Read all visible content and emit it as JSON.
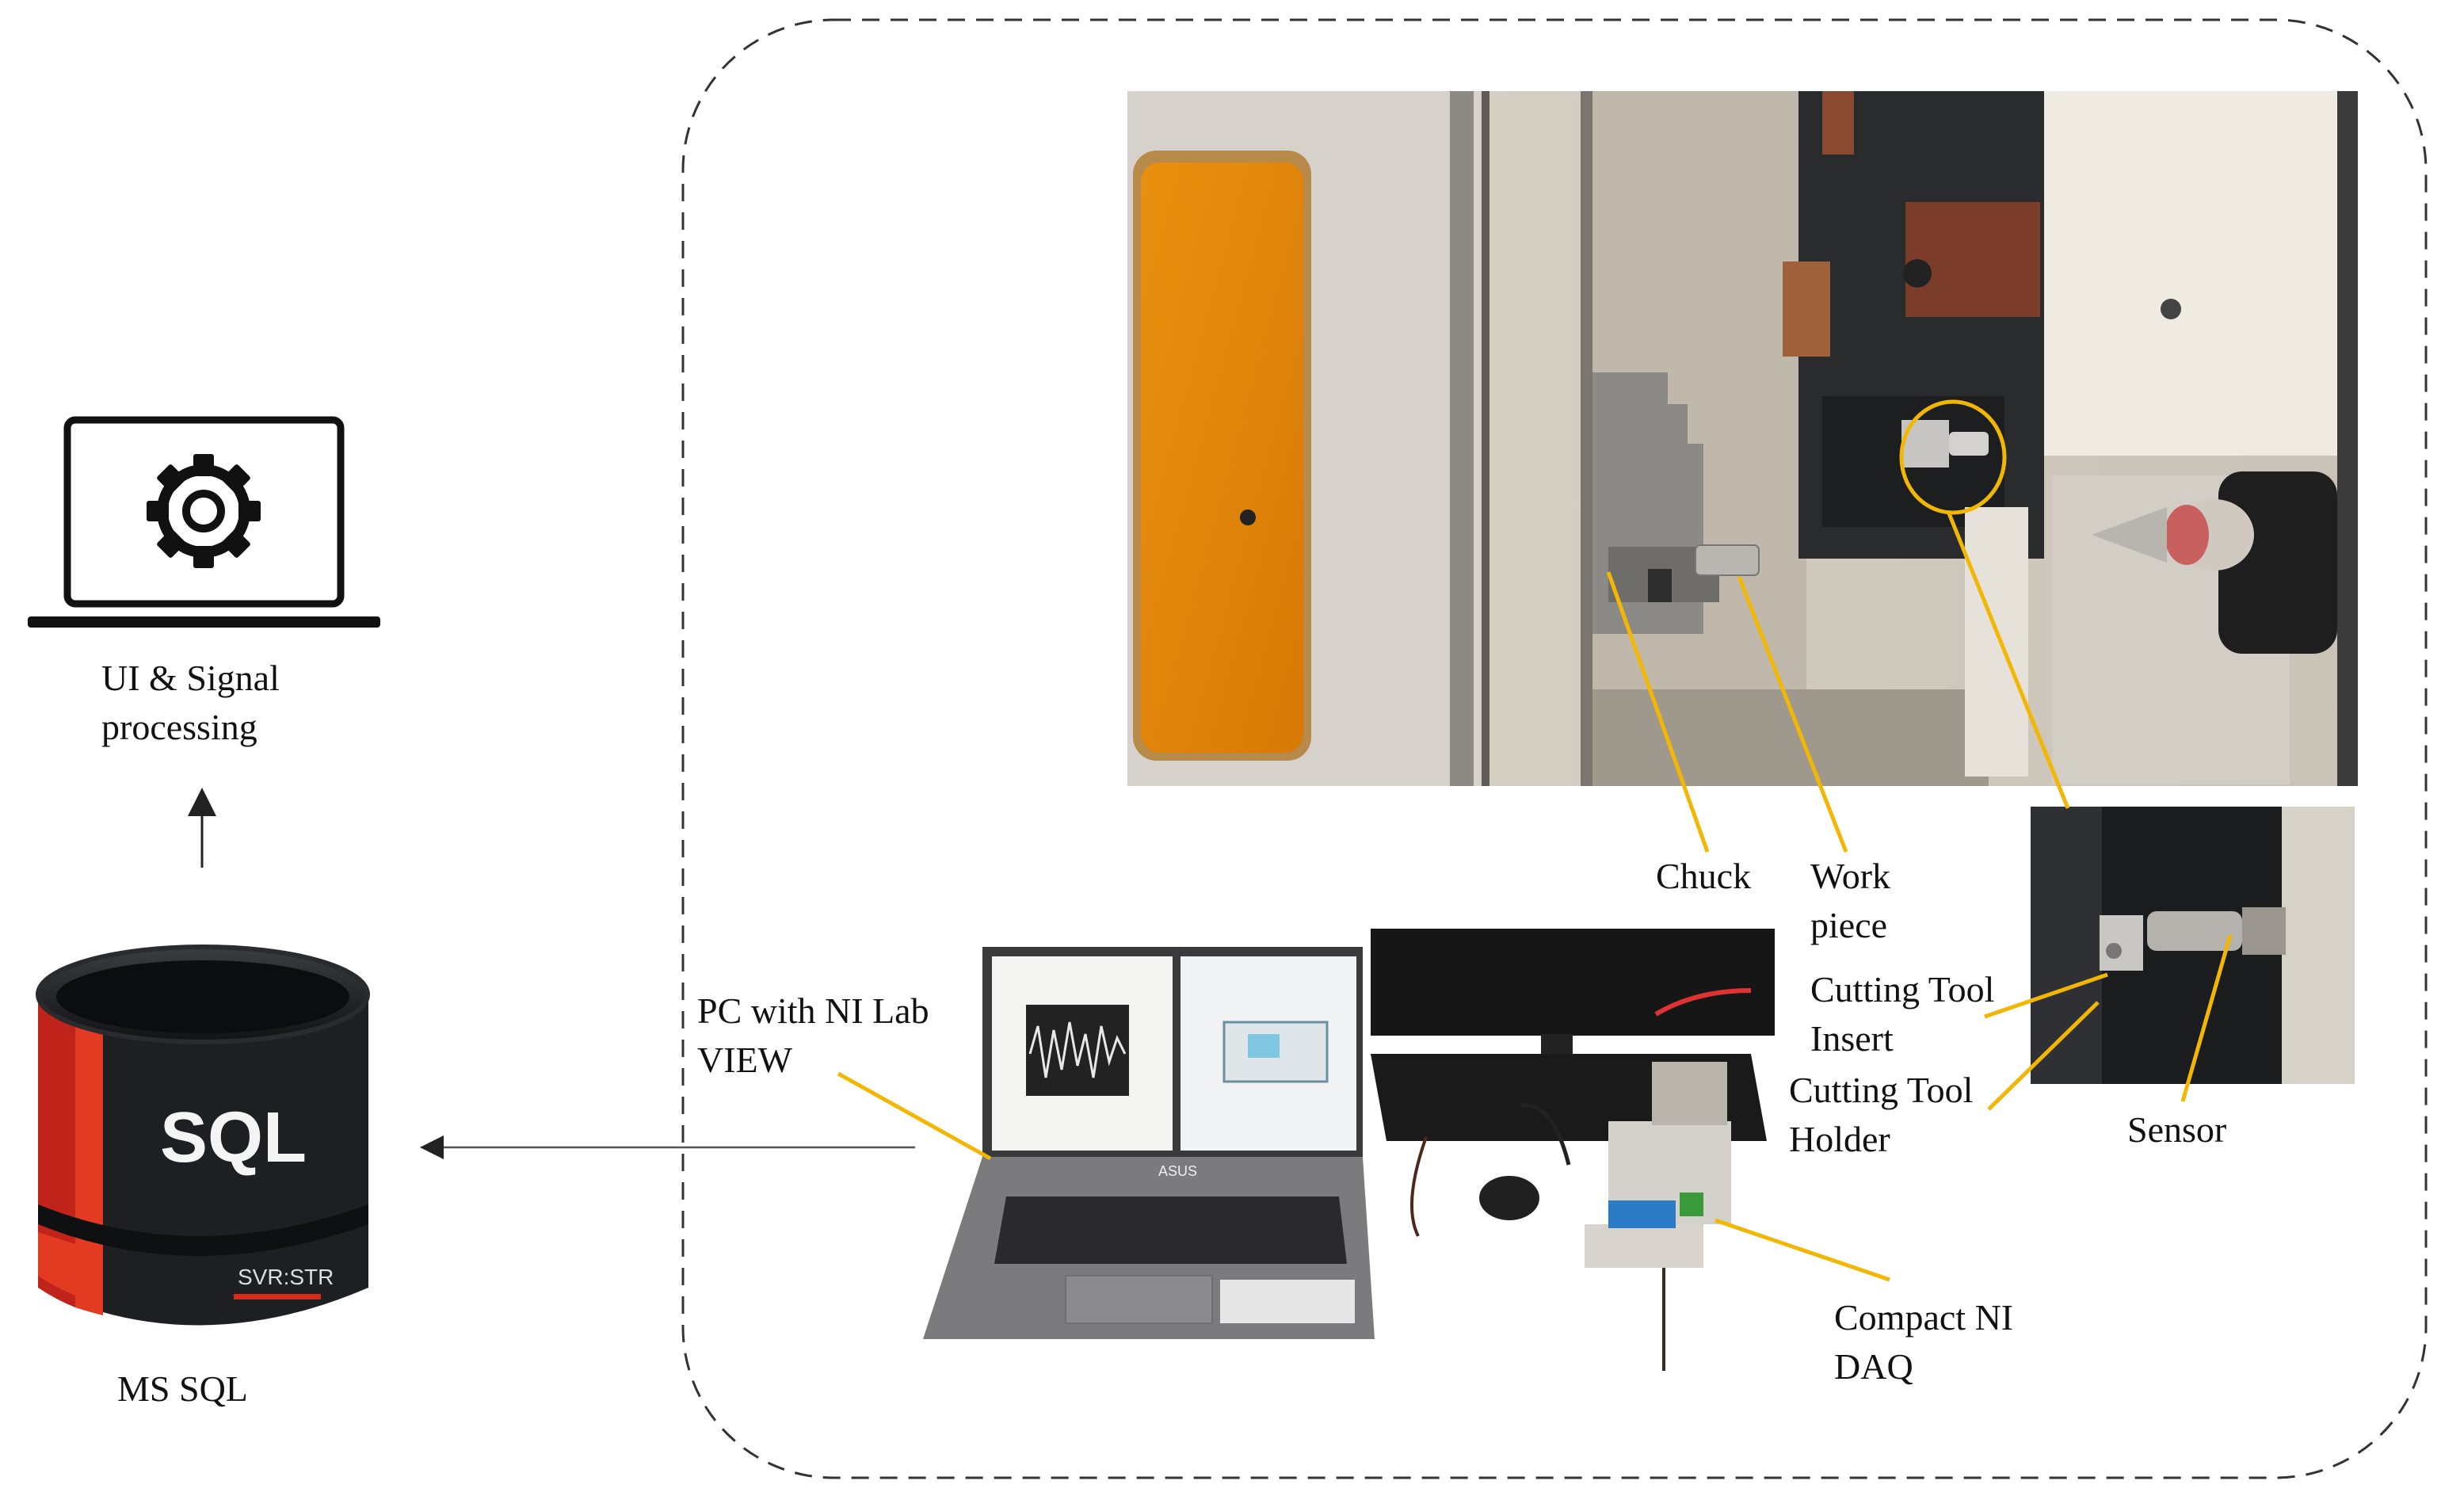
{
  "left_panel": {
    "computer_label": "UI & Signal\nprocessing",
    "db_logo_text": "SQL",
    "db_badge_text": "SVR:STR",
    "db_label": "MS SQL"
  },
  "photos": {
    "pc_label": "PC with NI Lab\nVIEW",
    "laptop_brand": "ASUS",
    "chuck_label": "Chuck",
    "workpiece_label": "Work\npiece",
    "insert_label": "Cutting Tool\nInsert",
    "holder_label": "Cutting Tool\nHolder",
    "sensor_label": "Sensor",
    "daq_label": "Compact NI\nDAQ"
  },
  "colors": {
    "callout": "#f2b705",
    "arrow": "#222222",
    "border": "#333333",
    "db_body": "#1e1f22",
    "db_accent": "#d9291c"
  },
  "icons": {
    "computer": "laptop-gear-icon",
    "database": "database-cylinder-icon"
  }
}
